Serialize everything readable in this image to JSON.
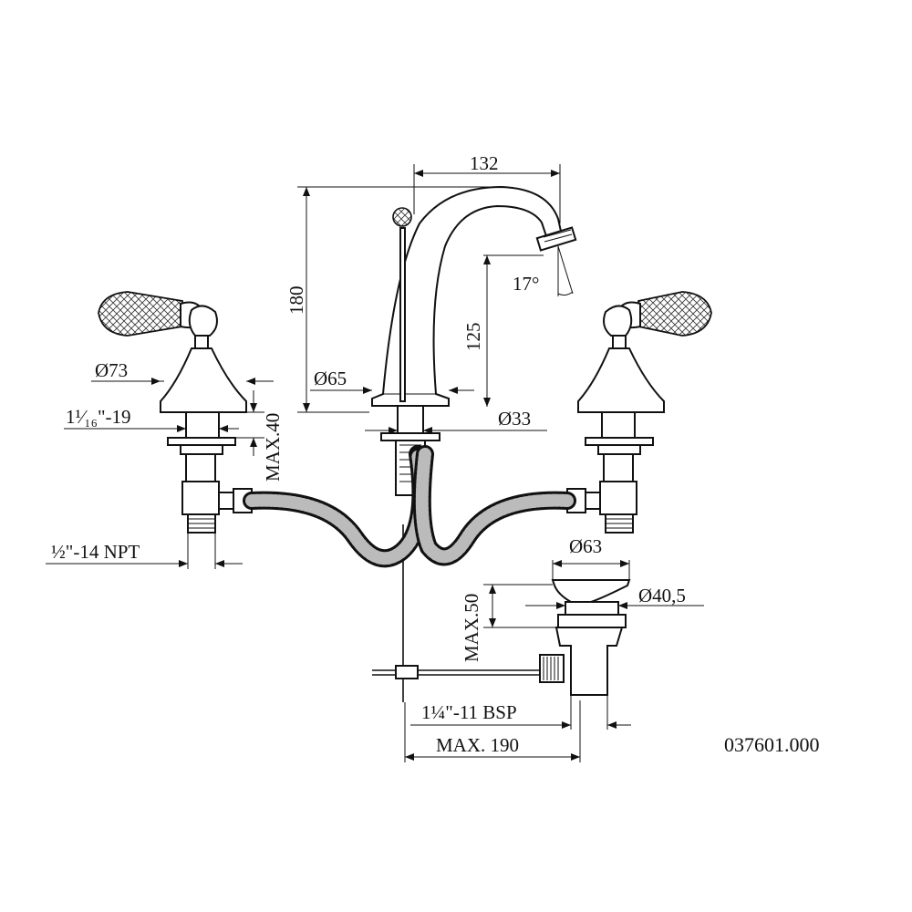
{
  "drawing": {
    "code": "037601.000",
    "labels": {
      "spout_reach": "132",
      "height_total": "180",
      "spout_height": "125",
      "spout_angle": "17°",
      "handle_base_dia": "Ø73",
      "spout_base_dia": "Ø65",
      "spout_shank_dia": "Ø33",
      "valve_thread": "1¹⁄₁₆\"-19",
      "max_deck": "MAX.40",
      "inlet_thread": "½\"-14 NPT",
      "drain_flange_dia": "Ø63",
      "drain_body_dia": "Ø40,5",
      "drain_max": "MAX.50",
      "drain_thread": "1¼\"-11 BSP",
      "drain_max_len": "MAX. 190"
    }
  }
}
